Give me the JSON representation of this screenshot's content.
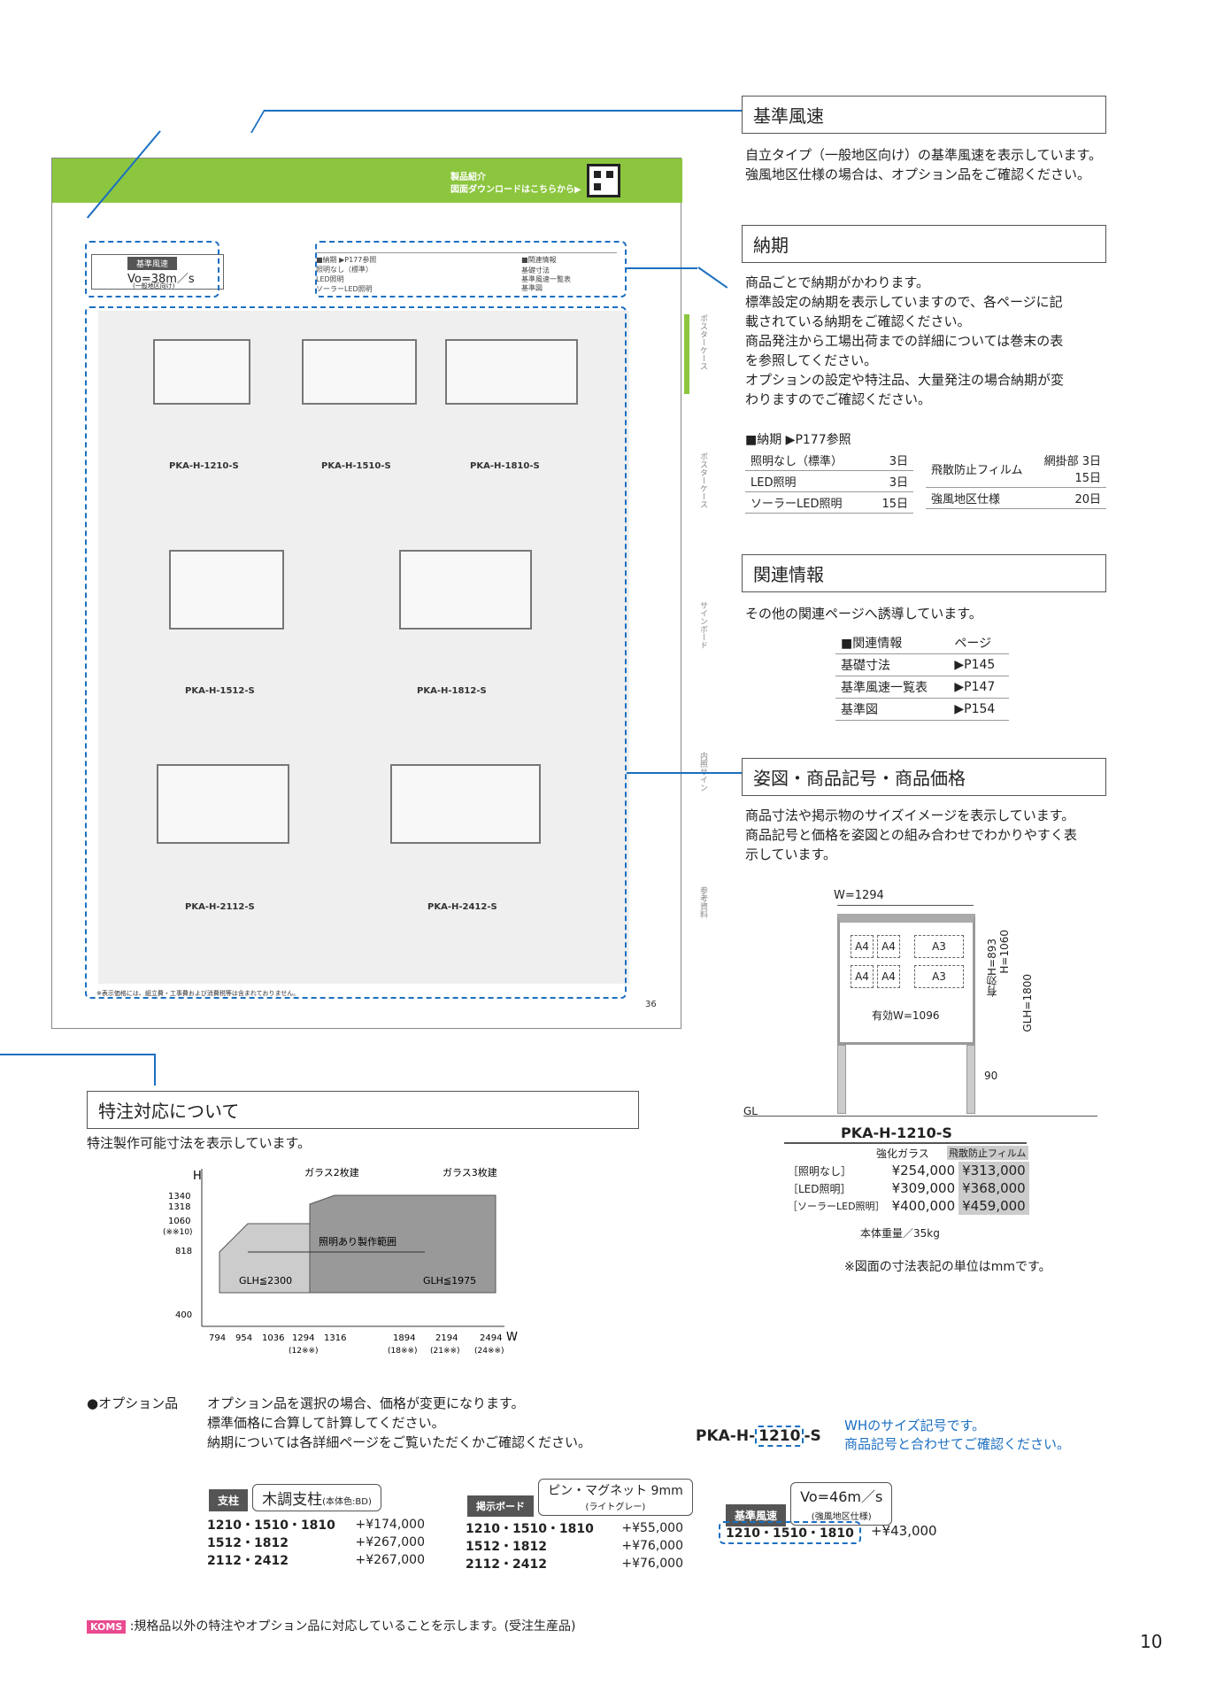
{
  "headings": {
    "wind": "基準風速",
    "delivery": "納期",
    "related": "関連情報",
    "figure": "姿図・商品記号・商品価格",
    "special": "特注対応について"
  },
  "wind_text": [
    "自立タイプ（一般地区向け）の基準風速を表示しています。",
    "強風地区仕様の場合は、オプション品をご確認ください。"
  ],
  "delivery_text": [
    "商品ごとで納期がかわります。",
    "標準設定の納期を表示していますので、各ページに記",
    "載されている納期をご確認ください。",
    "商品発注から工場出荷までの詳細については巻末の表",
    "を参照してください。",
    "オプションの設定や特注品、大量発注の場合納期が変",
    "わりますのでご確認ください。"
  ],
  "delivery_table": {
    "title": "■納期 ▶P177参照",
    "rows": [
      [
        "照明なし（標準）",
        "3日"
      ],
      [
        "LED照明",
        "3日"
      ],
      [
        "ソーラーLED照明",
        "15日"
      ]
    ],
    "right_rows": [
      [
        "飛散防止フィルム",
        "網掛部 3日",
        "15日"
      ],
      [
        "強風地区仕様",
        "",
        "20日"
      ]
    ]
  },
  "related_text": "その他の関連ページへ誘導しています。",
  "related_table": {
    "head": [
      "■関連情報",
      "ページ"
    ],
    "rows": [
      [
        "基礎寸法",
        "▶P145"
      ],
      [
        "基準風速一覧表",
        "▶P147"
      ],
      [
        "基準図",
        "▶P154"
      ]
    ]
  },
  "figure_text": [
    "商品寸法や掲示物のサイズイメージを表示しています。",
    "商品記号と価格を姿図との組み合わせでわかりやすく表",
    "示しています。"
  ],
  "figure": {
    "w": "W=1294",
    "h1": "有効H=893",
    "h2": "H=1060",
    "h3": "GLH=1800",
    "eff_w": "有効W=1096",
    "d90": "90",
    "gl": "GL",
    "panels": [
      "A4",
      "A4",
      "A3",
      "A4",
      "A4",
      "A3"
    ],
    "model": "PKA-H-1210-S",
    "col1": "強化ガラス",
    "col2": "飛散防止フィルム",
    "rows": [
      [
        "［照明なし］",
        "¥254,000",
        "¥313,000"
      ],
      [
        "［LED照明］",
        "¥309,000",
        "¥368,000"
      ],
      [
        "［ソーラーLED照明］",
        "¥400,000",
        "¥459,000"
      ]
    ],
    "weight": "本体重量／35kg",
    "note": "※図面の寸法表記の単位はmmです。"
  },
  "special_text": "特注製作可能寸法を表示しています。",
  "special_chart": {
    "h_label": "H",
    "w_label": "W",
    "glass2": "ガラス2枚建",
    "glass3": "ガラス3枚建",
    "yticks": [
      "1340",
      "1318",
      "1060",
      "(※※10)",
      "818",
      "400"
    ],
    "xticks": [
      "794",
      "954",
      "1036",
      "1294",
      "1316",
      "1894",
      "2194",
      "2494"
    ],
    "xsub": [
      "(12※※)",
      "(18※※)",
      "(21※※)",
      "(24※※)"
    ],
    "range": "照明あり製作範囲",
    "glh1": "GLH≦2300",
    "glh2": "GLH≦1975"
  },
  "option": {
    "label": "●オプション品",
    "text": [
      "オプション品を選択の場合、価格が変更になります。",
      "標準価格に合算して計算してください。",
      "納期については各詳細ページをご覧いただくかご確認ください。"
    ],
    "post_tag": "支柱",
    "post_name": "木調支柱",
    "post_sub": "(本体色:BD)",
    "post_rows": [
      [
        "1210・1510・1810",
        "+¥174,000"
      ],
      [
        "1512・1812",
        "+¥267,000"
      ],
      [
        "2112・2412",
        "+¥267,000"
      ]
    ],
    "board_tag": "掲示ボード",
    "board_name": "ピン・マグネット 9mm",
    "board_sub": "(ライトグレー)",
    "board_rows": [
      [
        "1210・1510・1810",
        "+¥55,000"
      ],
      [
        "1512・1812",
        "+¥76,000"
      ],
      [
        "2112・2412",
        "+¥76,000"
      ]
    ],
    "model_prefix": "PKA-H-",
    "model_size": "1210",
    "model_suffix": "-S",
    "wh_note": [
      "WHのサイズ記号です。",
      "商品記号と合わせてご確認ください。"
    ],
    "wind_tag": "基準風速",
    "wind_name": "Vo=46m／s",
    "wind_sub": "(強風地区仕様)",
    "wind_size": "1210・1510・1810",
    "wind_price": "+¥43,000"
  },
  "footer": {
    "koms": "KOMS",
    "text": ":規格品以外の特注やオプション品に対応していることを示します。(受注生産品)",
    "page": "10"
  },
  "thumb": {
    "bar1": "製品紹介",
    "bar2": "図面ダウンロードはこちらから▶",
    "wind_label": "基準風速",
    "wind_value": "Vo=38m／s",
    "wind_sub": "(一般地区向け)",
    "page": "36",
    "models": [
      "PKA-H-1210-S",
      "PKA-H-1510-S",
      "PKA-H-1810-S",
      "PKA-H-1512-S",
      "PKA-H-1812-S",
      "PKA-H-2112-S",
      "PKA-H-2412-S"
    ],
    "note": "※表示価格には、組立費・工事費および消費税等は含まれておりません。",
    "side": [
      "ポスターケース",
      "ポスターケース",
      "サインボード",
      "内照サイン",
      "参考資料"
    ]
  }
}
